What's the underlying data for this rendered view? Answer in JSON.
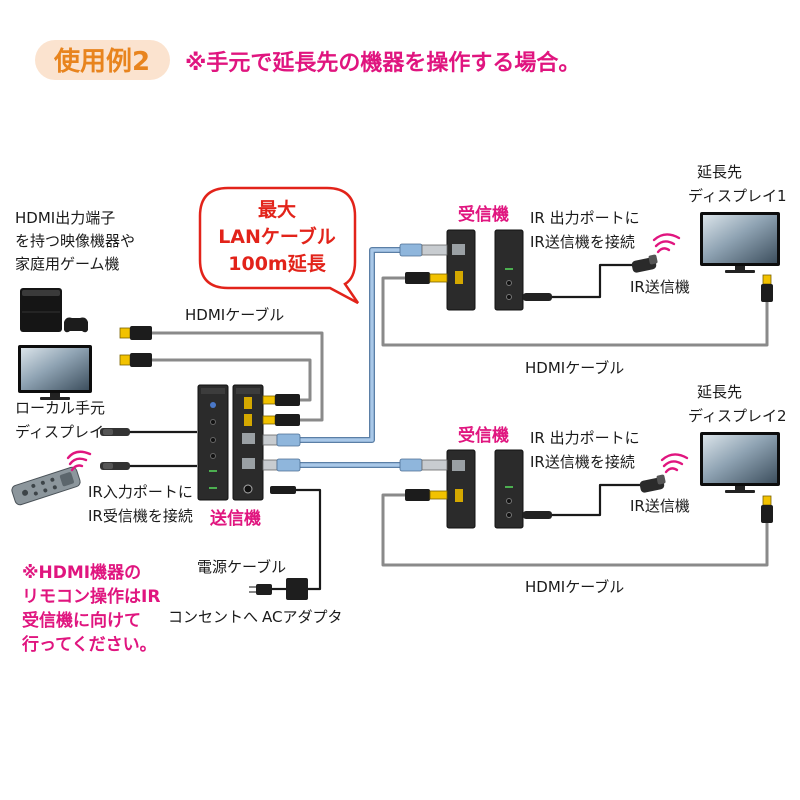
{
  "header": {
    "badge": "使用例2",
    "title": "※手元で延長先の機器を操作する場合。"
  },
  "bubble": {
    "lines": [
      "最大",
      "LANケーブル",
      "100m延長"
    ]
  },
  "source": {
    "lines": [
      "HDMI出力端子",
      "を持つ映像機器や",
      "家庭用ゲーム機"
    ]
  },
  "local_display": {
    "lines": [
      "ローカル手元",
      "ディスプレイ"
    ]
  },
  "ir_input": {
    "lines": [
      "IR入力ポートに",
      "IR受信機を接続"
    ]
  },
  "transmitter": {
    "label": "送信機"
  },
  "note": {
    "lines": [
      "※HDMI機器の",
      "リモコン操作はIR",
      "受信機に向けて",
      "行ってください。"
    ]
  },
  "power": {
    "cable": "電源ケーブル",
    "outlet": "コンセントへ",
    "adapter": "ACアダプタ"
  },
  "cables": {
    "hdmi_source": "HDMIケーブル",
    "hdmi_display_1": "HDMIケーブル",
    "hdmi_display_2": "HDMIケーブル"
  },
  "receiver_1": {
    "label": "受信機",
    "ir_lines": [
      "IR 出力ポートに",
      "IR送信機を接続"
    ],
    "ir_device": "IR送信機"
  },
  "receiver_2": {
    "label": "受信機",
    "ir_lines": [
      "IR 出力ポートに",
      "IR送信機を接続"
    ],
    "ir_device": "IR送信機"
  },
  "display_1": {
    "lines": [
      "延長先",
      "ディスプレイ1"
    ]
  },
  "display_2": {
    "lines": [
      "延長先",
      "ディスプレイ2"
    ]
  },
  "icons": [
    "game-console-icon",
    "monitor-icon",
    "remote-control-icon",
    "ir-signal-icon",
    "hdmi-connector-icon",
    "lan-connector-icon",
    "ac-adapter-icon",
    "power-plug-icon"
  ],
  "colors": {
    "accent_magenta": "#e0157f",
    "bubble_red": "#e2231a",
    "badge_bg": "#fbe3cf",
    "badge_text": "#e8841e",
    "cable_grey": "#8a8a8a",
    "lan_blue": "#a9c8e8"
  }
}
